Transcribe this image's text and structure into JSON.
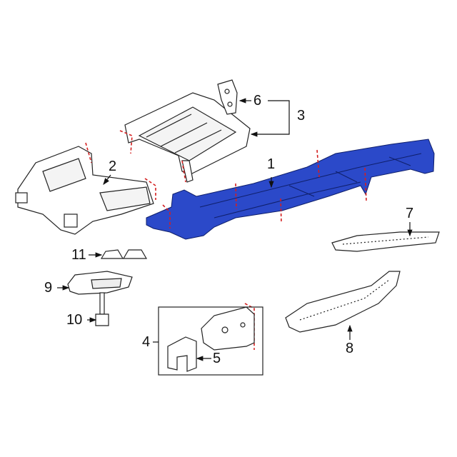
{
  "diagram": {
    "highlight_color": "#2b49c9",
    "cut_line_color": "#d42020",
    "callouts": [
      {
        "id": "1",
        "text": "1"
      },
      {
        "id": "2",
        "text": "2"
      },
      {
        "id": "3",
        "text": "3"
      },
      {
        "id": "4",
        "text": "4"
      },
      {
        "id": "5",
        "text": "5"
      },
      {
        "id": "6",
        "text": "6"
      },
      {
        "id": "7",
        "text": "7"
      },
      {
        "id": "8",
        "text": "8"
      },
      {
        "id": "9",
        "text": "9"
      },
      {
        "id": "10",
        "text": "10"
      },
      {
        "id": "11",
        "text": "11"
      }
    ]
  }
}
